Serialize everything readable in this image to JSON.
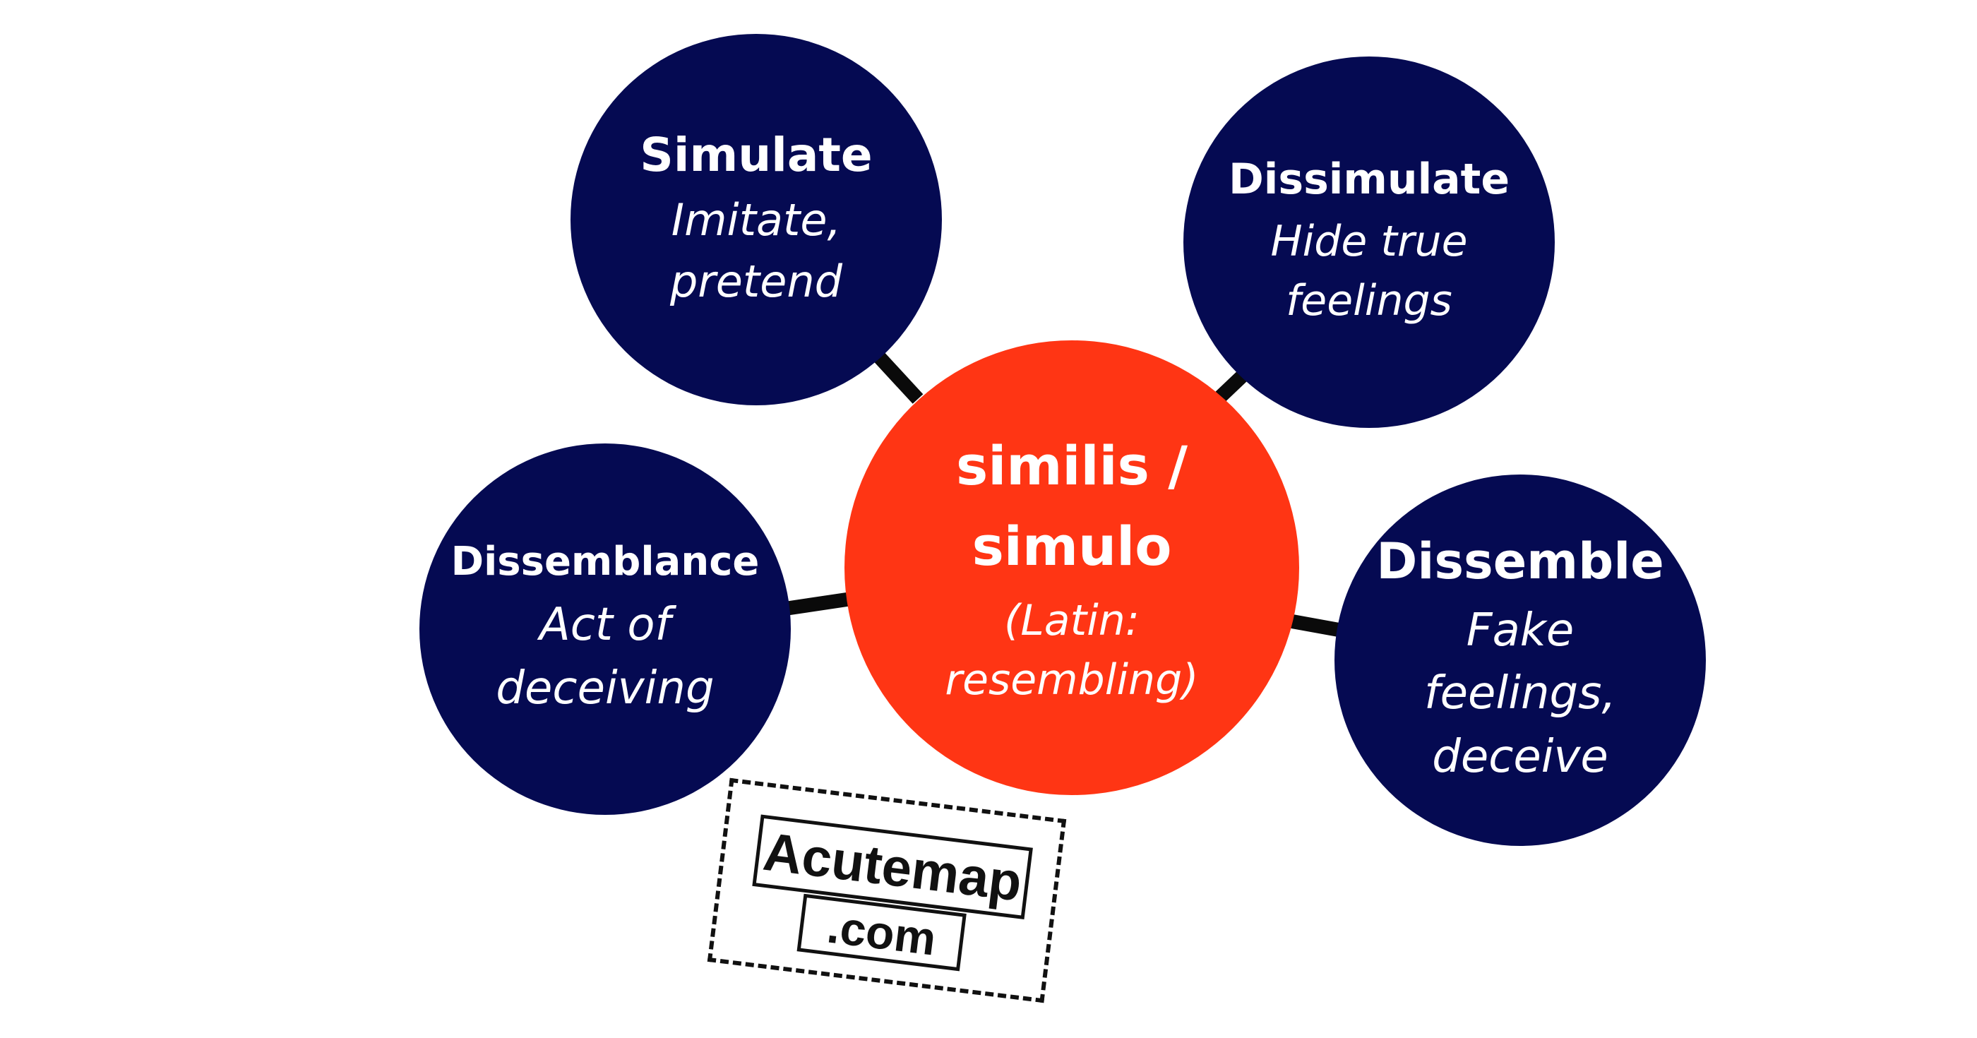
{
  "diagram": {
    "root": {
      "term_lines": [
        "similis /",
        "simulo"
      ],
      "meaning_lines": [
        "(Latin:",
        "resembling)"
      ]
    },
    "nodes": [
      {
        "id": "simulate",
        "term": "Simulate",
        "meaning_lines": [
          "Imitate,",
          "pretend"
        ]
      },
      {
        "id": "dissimulate",
        "term": "Dissimulate",
        "meaning_lines": [
          "Hide true",
          "feelings"
        ]
      },
      {
        "id": "dissemblance",
        "term": "Dissemblance",
        "meaning_lines": [
          "Act of",
          "deceiving"
        ]
      },
      {
        "id": "dissemble",
        "term": "Dissemble",
        "meaning_lines": [
          "Fake",
          "feelings,",
          "deceive"
        ]
      }
    ]
  },
  "logo": {
    "name": "Acutemap",
    "tld": ".com"
  },
  "colors": {
    "background": "#ffffff",
    "root_fill": "#ff3514",
    "node_fill": "#050a52",
    "text": "#ffffff",
    "connector": "#0a0a0a"
  }
}
